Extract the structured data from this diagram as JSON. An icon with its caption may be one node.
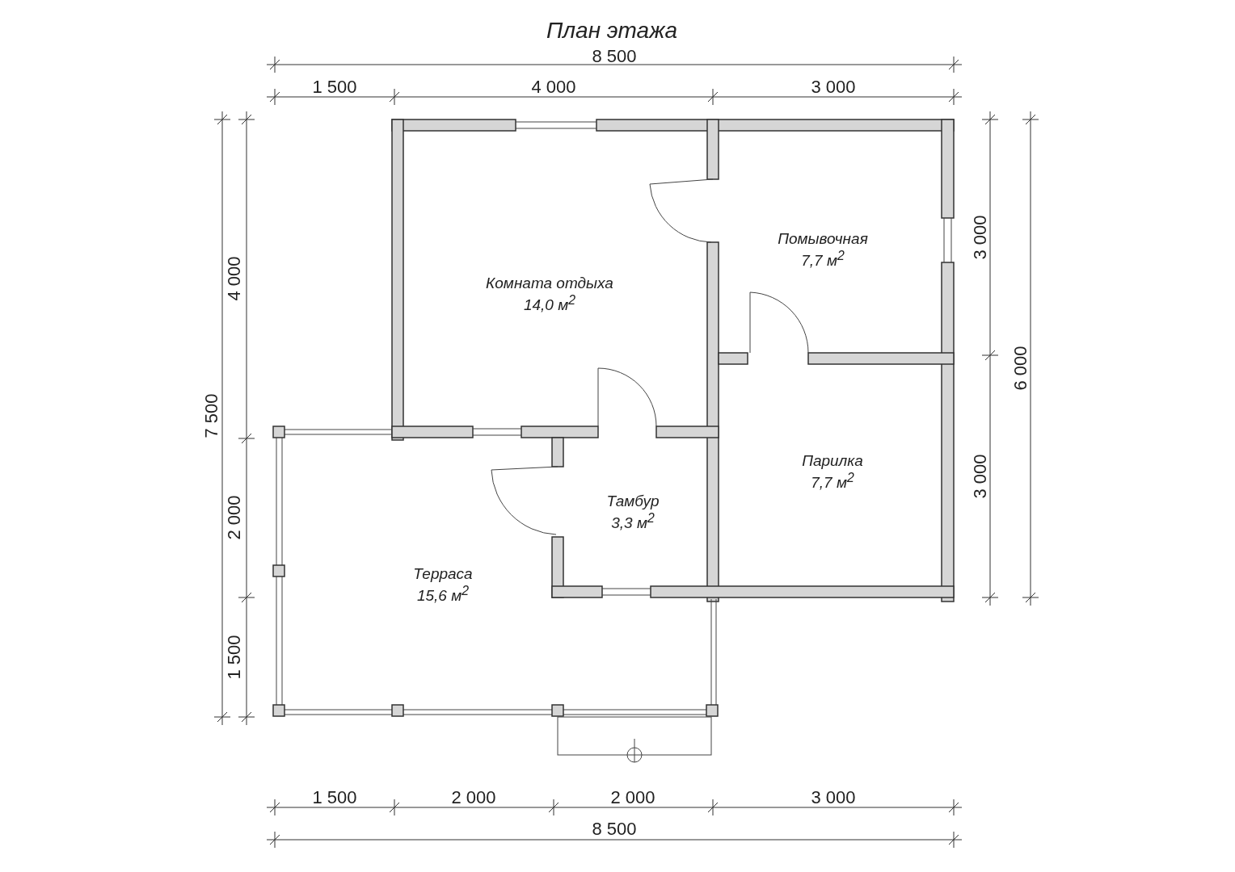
{
  "diagram": {
    "title": "План этажа",
    "nodes": [
      {
        "text": [
          "Комната отдыха",
          "14,0 м$^{2}$"
        ]
      },
      {
        "text": [
          "Помывочная",
          "7,7 м$^{2}$"
        ]
      },
      {
        "text": [
          "Парилка",
          "7,7 м$^{2}$"
        ]
      },
      {
        "text": [
          "Тамбур",
          "3,3 м$^{2}$"
        ]
      },
      {
        "text": [
          "Терраса",
          "15,6 м$^{2}$"
        ]
      }
    ],
    "labels": [
      "8 500",
      "1 500",
      "4 000",
      "3 000",
      "4 000",
      "7 500",
      "2 000",
      "1 500",
      "3 000",
      "6 000",
      "3 000",
      "1 500",
      "2 000",
      "2 000",
      "3 000",
      "8 500"
    ]
  }
}
